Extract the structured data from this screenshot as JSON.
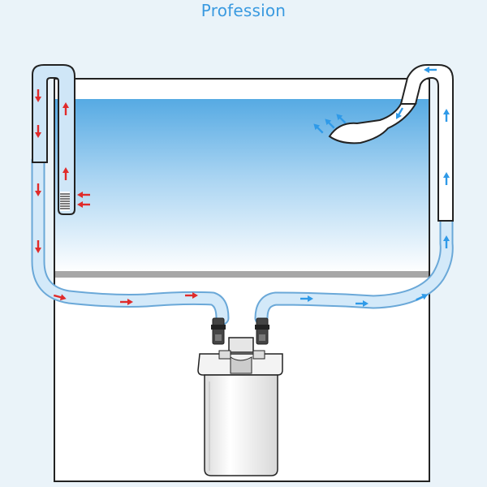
{
  "title": "Profession",
  "colors": {
    "background": "#eaf3f9",
    "title": "#3a9ae0",
    "water_top": "#5aaee6",
    "water_bottom": "#ffffff",
    "tube_fill": "#cfe6f7",
    "tube_outline": "#6aa8d8",
    "intake_arrow": "#e02b2b",
    "outflow_arrow": "#2f9ae8",
    "outline": "#222222",
    "gravel": "#a9a9a9"
  },
  "components": [
    "tank",
    "water",
    "gravel-line",
    "intake-pipe",
    "intake-strainer",
    "outflow-pipe",
    "spray-nozzle",
    "inlet-hose",
    "outlet-hose",
    "valves",
    "canister-filter"
  ],
  "flow": {
    "intake_direction": "down-to-canister",
    "outflow_direction": "up-to-spray"
  }
}
